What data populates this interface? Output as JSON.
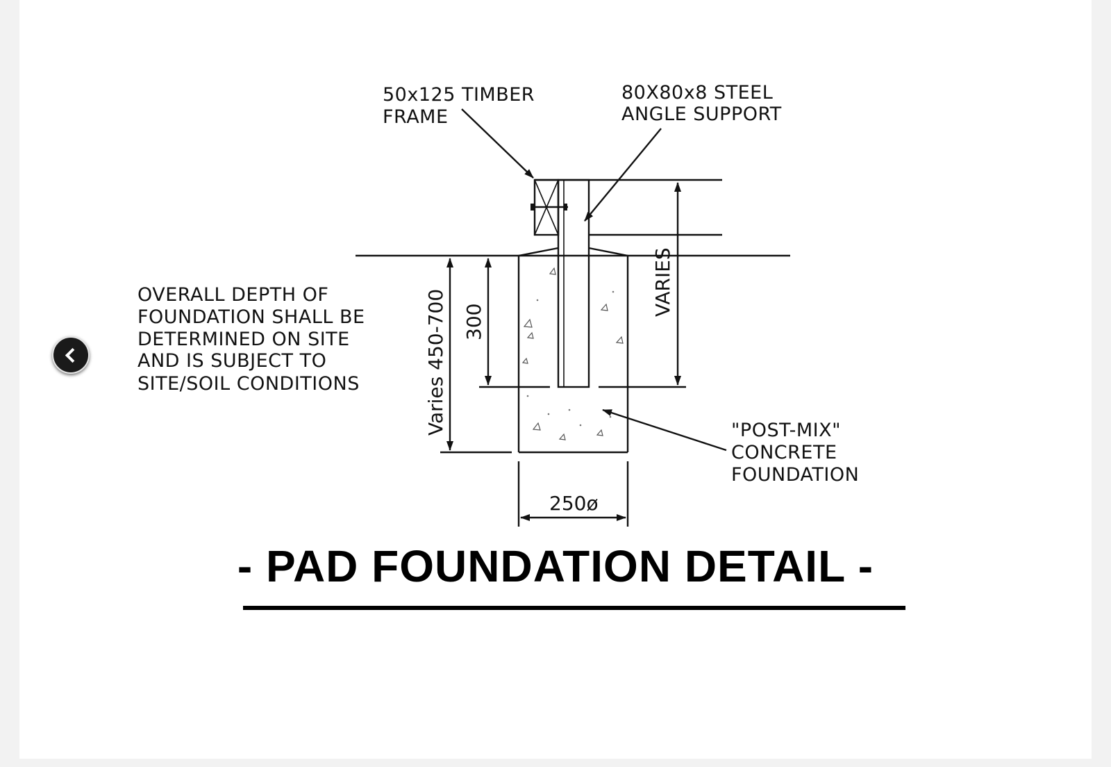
{
  "diagram": {
    "title": "- PAD FOUNDATION DETAIL -",
    "labels": {
      "timber_frame": [
        "50x125 TIMBER",
        "FRAME"
      ],
      "steel_angle": [
        "80X80x8 STEEL",
        "ANGLE SUPPORT"
      ],
      "depth_note": [
        "OVERALL DEPTH OF",
        "FOUNDATION SHALL BE",
        "DETERMINED ON SITE",
        "AND IS SUBJECT TO",
        "SITE/SOIL CONDITIONS"
      ],
      "concrete": [
        "\"POST-MIX\"",
        "CONCRETE",
        "FOUNDATION"
      ]
    },
    "dimensions": {
      "overall_depth": "Varies 450-700",
      "embed_depth": "300",
      "frame_height": "VARIES",
      "diameter": "250ø"
    }
  },
  "navigation": {
    "prev_icon": "chevron-left-icon"
  }
}
